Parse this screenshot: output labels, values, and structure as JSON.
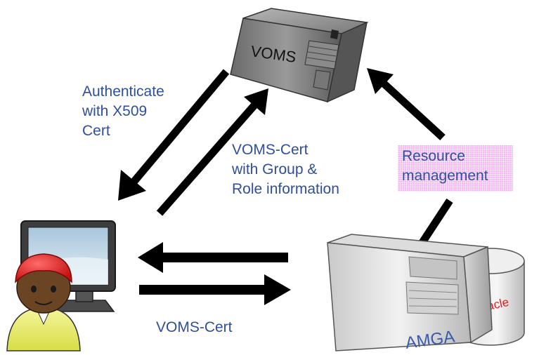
{
  "labels": {
    "authenticate": [
      "Authenticate",
      "with X509",
      "Cert"
    ],
    "voms_cert_group": [
      "VOMS-Cert",
      "with Group &",
      "Role information"
    ],
    "resource_management": [
      "Resource",
      "management"
    ],
    "voms_cert_bottom": "VOMS-Cert"
  },
  "servers": {
    "voms": "VOMS",
    "amga": "AMGA",
    "oracle": "Oracle"
  },
  "colors": {
    "label_text": "#2f4f9c",
    "oracle_text": "#e0201f",
    "resource_highlight": "#f3b6f0",
    "arrow": "#000000"
  },
  "icons": {
    "voms_server": "server-tower-icon",
    "amga_server": "server-tower-icon",
    "oracle_db": "database-cylinder-icon",
    "user": "user-at-computer-icon"
  }
}
